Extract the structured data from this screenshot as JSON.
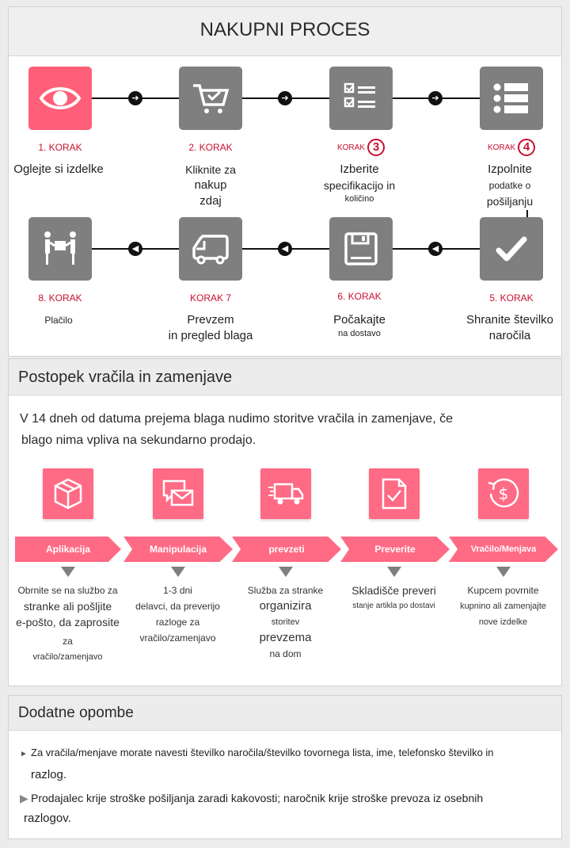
{
  "purchase": {
    "title": "NAKUPNI PROCES",
    "steps": [
      {
        "label": "1. KORAK",
        "lines": [
          "Oglejte si izdelke"
        ]
      },
      {
        "label": "2. KORAK",
        "lines": [
          "Kliknite za",
          "nakup",
          "zdaj"
        ]
      },
      {
        "label_word": "KORAK",
        "label_num": "3",
        "lines": [
          "Izberite",
          "specifikacijo in",
          "količino"
        ]
      },
      {
        "label_word": "KORAK",
        "label_num": "4",
        "lines": [
          "Izpolnite",
          "podatke o",
          "pošiljanju"
        ]
      },
      {
        "label": "5. KORAK",
        "lines": [
          "Shranite številko",
          "naročila"
        ]
      },
      {
        "label": "6. KORAK",
        "lines": [
          "Počakajte",
          "na dostavo"
        ]
      },
      {
        "label": "KORAK 7",
        "lines": [
          "Prevzem",
          "in pregled blaga"
        ]
      },
      {
        "label": "8. KORAK",
        "lines": [
          "Plačilo"
        ]
      }
    ]
  },
  "returns": {
    "title": "Postopek vračila in zamenjave",
    "intro_1": "V 14 dneh od datuma prejema blaga nudimo storitve vračila in zamenjave, če",
    "intro_2": "blago nima vpliva na sekundarno prodajo.",
    "steps": [
      {
        "ribbon": "Aplikacija",
        "lines": [
          "Obrnite se na službo za",
          "stranke ali pošljite",
          "e-pošto, da zaprosite",
          "za",
          "vračilo/zamenjavo"
        ]
      },
      {
        "ribbon": "Manipulacija",
        "lines": [
          "1-3 dni",
          "delavci, da preverijo",
          "razloge za",
          "vračilo/zamenjavo"
        ]
      },
      {
        "ribbon": "prevzeti",
        "lines": [
          "Služba za stranke",
          "organizira",
          "storitev",
          "prevzema",
          "na dom"
        ]
      },
      {
        "ribbon": "Preverite",
        "lines": [
          "Skladišče preveri",
          "stanje artikla po dostavi"
        ]
      },
      {
        "ribbon": "Vračilo/Menjava",
        "lines": [
          "Kupcem povrnite",
          "kupnino ali zamenjajte",
          "nove izdelke"
        ]
      }
    ]
  },
  "notes": {
    "title": "Dodatne opombe",
    "n1_a": "Za vračila/menjave morate navesti številko naročila/številko tovornega lista, ime, telefonsko številko in",
    "n1_b": "razlog.",
    "n2_a": "Prodajalec krije stroške pošiljanja zaradi kakovosti; naročnik krije stroške prevoza iz osebnih",
    "n2_b": "razlogov.",
    "bullet_1": "►",
    "bullet_2": "▶"
  },
  "colors": {
    "accent": "#ff5f78",
    "korak": "#c8102e",
    "step_gray": "#7f7f7f",
    "ribbon": "#ff6a85"
  },
  "arrows": {
    "right": "➔",
    "left": "◀"
  }
}
